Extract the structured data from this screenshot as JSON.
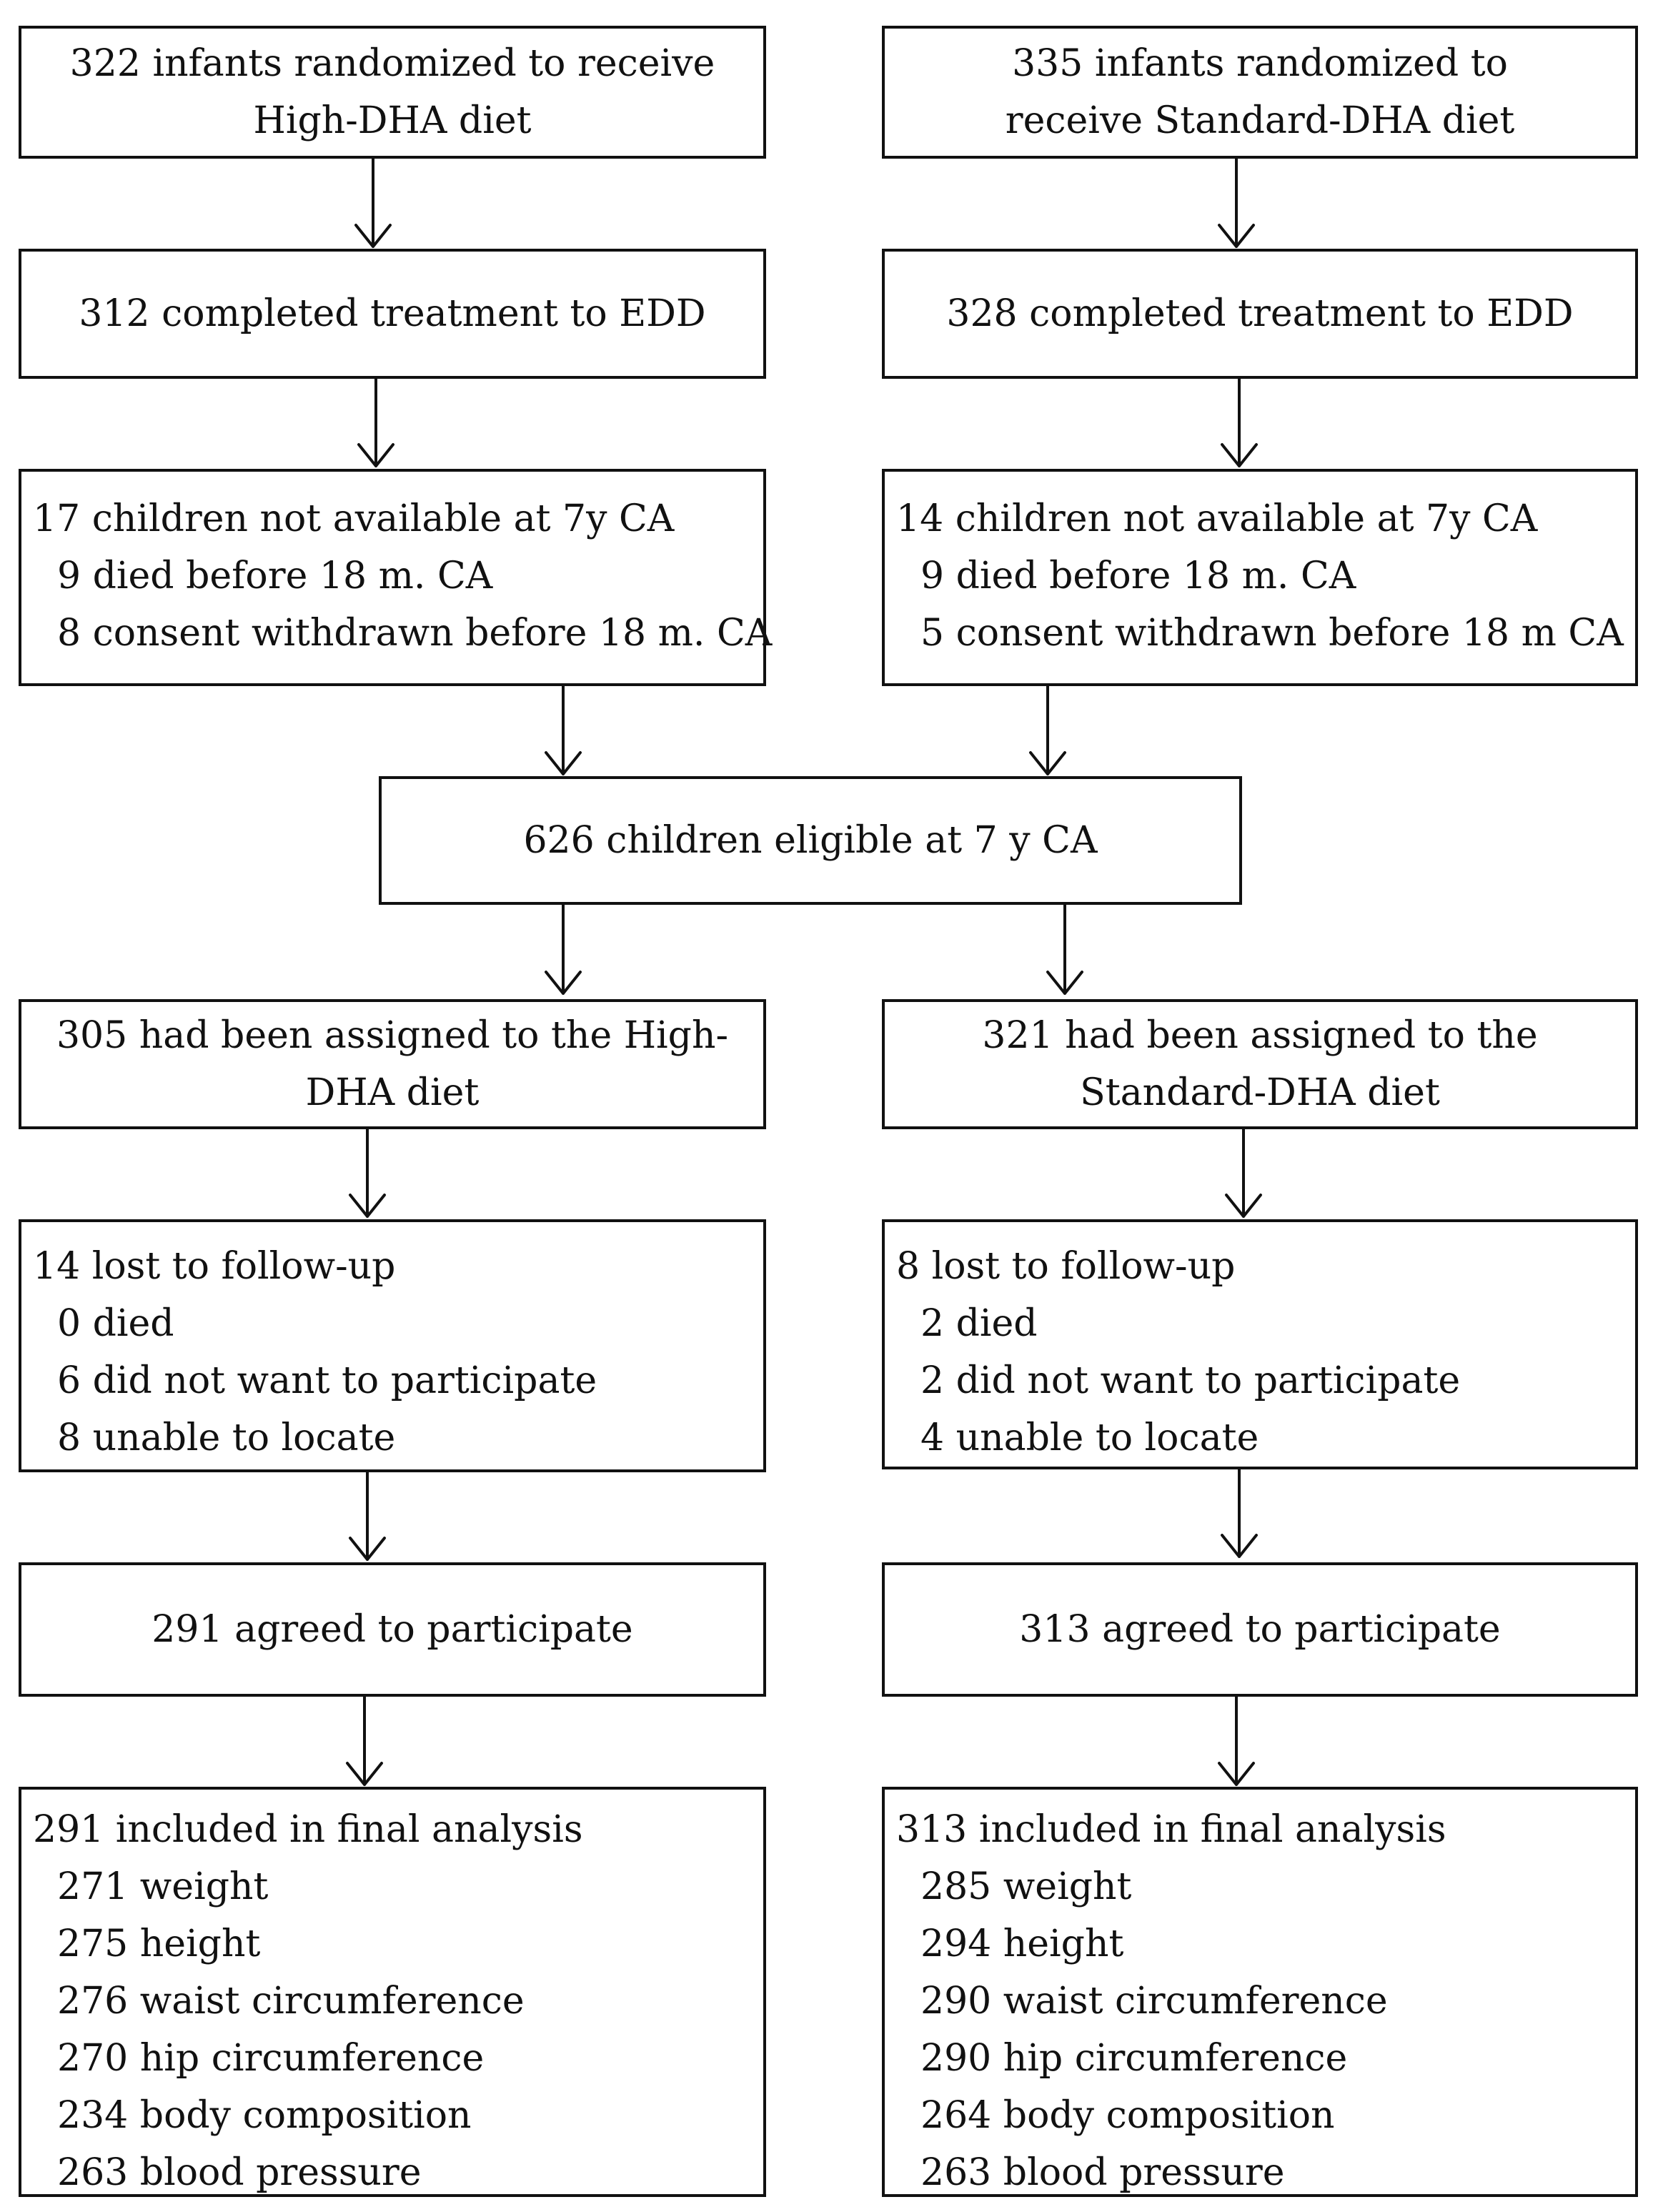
{
  "left": {
    "randomized": "322 infants randomized to receive High-DHA diet",
    "completed": "312 completed treatment to EDD",
    "not_available": {
      "head": "17 children not available at 7y CA",
      "items": [
        "9 died before 18 m. CA",
        "8 consent withdrawn before 18 m. CA"
      ]
    },
    "assigned": "305 had been assigned to the High-DHA diet",
    "lost": {
      "head": "14 lost to follow-up",
      "items": [
        "0 died",
        "6 did not want to participate",
        "8 unable to locate"
      ]
    },
    "agreed": "291 agreed to participate",
    "final": {
      "head": "291 included in final analysis",
      "items": [
        "271 weight",
        "275 height",
        "276 waist circumference",
        "270 hip circumference",
        "234 body composition",
        "263 blood pressure"
      ]
    }
  },
  "right": {
    "randomized": "335 infants randomized to receive Standard-DHA diet",
    "completed": "328 completed treatment to EDD",
    "not_available": {
      "head": "14 children not available at 7y CA",
      "items": [
        "9 died before 18 m. CA",
        "5 consent withdrawn before 18 m CA"
      ]
    },
    "assigned": "321 had been assigned to the Standard-DHA diet",
    "lost": {
      "head": "8 lost to follow-up",
      "items": [
        "2 died",
        "2 did not want to participate",
        "4 unable to locate"
      ]
    },
    "agreed": "313 agreed to participate",
    "final": {
      "head": "313 included in final analysis",
      "items": [
        "285 weight",
        "294 height",
        "290 waist circumference",
        "290 hip circumference",
        "264 body composition",
        "263 blood pressure"
      ]
    }
  },
  "eligible": "626 children eligible at 7 y CA"
}
